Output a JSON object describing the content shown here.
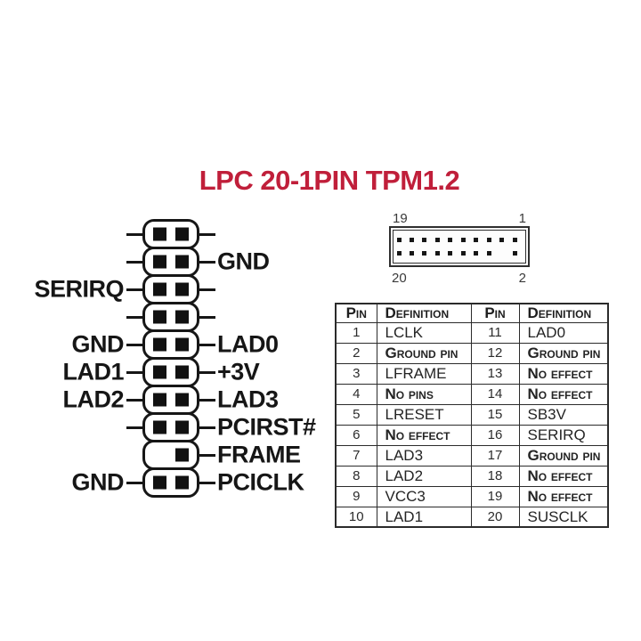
{
  "title": {
    "text": "LPC 20-1PIN TPM1.2",
    "color": "#c01f3a"
  },
  "ink_color": "#161616",
  "pin_header": {
    "rows": [
      {
        "left_label": "",
        "right_label": "",
        "left_line": true,
        "right_line": true,
        "left_pin": true,
        "right_pin": true
      },
      {
        "left_label": "",
        "right_label": "GND",
        "left_line": true,
        "right_line": true,
        "left_pin": true,
        "right_pin": true
      },
      {
        "left_label": "SERIRQ",
        "right_label": "",
        "left_line": true,
        "right_line": true,
        "left_pin": true,
        "right_pin": true
      },
      {
        "left_label": "",
        "right_label": "",
        "left_line": true,
        "right_line": true,
        "left_pin": true,
        "right_pin": true
      },
      {
        "left_label": "GND",
        "right_label": "LAD0",
        "left_line": true,
        "right_line": true,
        "left_pin": true,
        "right_pin": true
      },
      {
        "left_label": "LAD1",
        "right_label": "+3V",
        "left_line": true,
        "right_line": true,
        "left_pin": true,
        "right_pin": true
      },
      {
        "left_label": "LAD2",
        "right_label": "LAD3",
        "left_line": true,
        "right_line": true,
        "left_pin": true,
        "right_pin": true
      },
      {
        "left_label": "",
        "right_label": "PCIRST#",
        "left_line": true,
        "right_line": true,
        "left_pin": true,
        "right_pin": true
      },
      {
        "left_label": "",
        "right_label": "FRAME",
        "left_line": false,
        "right_line": true,
        "left_pin": false,
        "right_pin": true
      },
      {
        "left_label": "GND",
        "right_label": "PCICLK",
        "left_line": true,
        "right_line": true,
        "left_pin": true,
        "right_pin": true
      }
    ]
  },
  "connector": {
    "corner_labels": {
      "top_left": "19",
      "top_right": "1",
      "bottom_left": "20",
      "bottom_right": "2"
    },
    "top_row_dots": 10,
    "bottom_row_dots": 10,
    "bottom_missing_indices": [
      8
    ]
  },
  "pin_table": {
    "headers": [
      "Pin",
      "Definition",
      "Pin",
      "Definition"
    ],
    "rows": [
      [
        "1",
        "LCLK",
        "11",
        "LAD0"
      ],
      [
        "2",
        "Ground pin",
        "12",
        "Ground pin"
      ],
      [
        "3",
        "LFRAME",
        "13",
        "No effect"
      ],
      [
        "4",
        "No pins",
        "14",
        "No effect"
      ],
      [
        "5",
        "LRESET",
        "15",
        "SB3V"
      ],
      [
        "6",
        "No effect",
        "16",
        "SERIRQ"
      ],
      [
        "7",
        "LAD3",
        "17",
        "Ground pin"
      ],
      [
        "8",
        "LAD2",
        "18",
        "No effect"
      ],
      [
        "9",
        "VCC3",
        "19",
        "No effect"
      ],
      [
        "10",
        "LAD1",
        "20",
        "SUSCLK"
      ]
    ]
  }
}
